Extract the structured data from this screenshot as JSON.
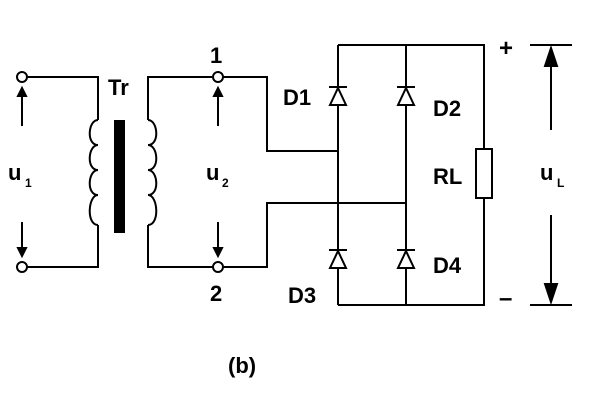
{
  "labels": {
    "input_voltage": "u",
    "input_voltage_sub": "1",
    "transformer": "Tr",
    "secondary_voltage": "u",
    "secondary_voltage_sub": "2",
    "node_top": "1",
    "node_bottom": "2",
    "diode1": "D1",
    "diode2": "D2",
    "diode3": "D3",
    "diode4": "D4",
    "load": "RL",
    "output_voltage": "u",
    "output_voltage_sub": "L",
    "plus": "+",
    "minus": "–",
    "caption": "(b)"
  }
}
